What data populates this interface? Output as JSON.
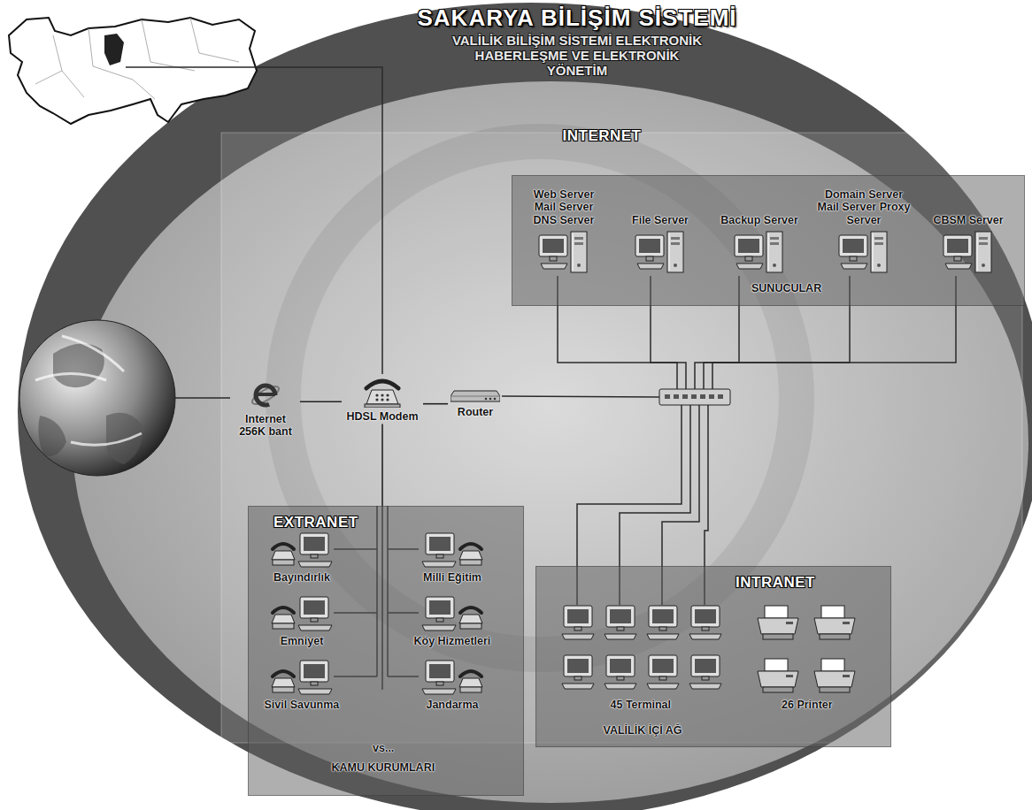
{
  "diagram": {
    "title": "SAKARYA BİLİŞİM SİSTEMİ",
    "nodes": [
      {
        "text": [
          "SUNUCULAR"
        ]
      },
      {
        "text": [
          "Web Server Mail Server DNS Server"
        ],
        "in": 0
      },
      {
        "text": [
          "File Server"
        ],
        "in": 0
      },
      {
        "text": [
          "Backup Server"
        ],
        "in": 0
      },
      {
        "text": [
          "Domain Server Mail Server Proxy Server"
        ],
        "in": 0
      },
      {
        "text": [
          "CBSM Server"
        ],
        "in": 0
      },
      {
        "text": [
          "Internet 256K bant"
        ]
      },
      {
        "text": [
          "HDSL Modem"
        ]
      },
      {
        "text": [
          "Router"
        ]
      },
      {
        "text": [
          "EXTRANET",
          "vs...",
          "KAMU KURUMLARI"
        ]
      },
      {
        "text": [
          "Bayındırlık"
        ],
        "in": 9
      },
      {
        "text": [
          "Milli Eğitim"
        ],
        "in": 9
      },
      {
        "text": [
          "Emniyet"
        ],
        "in": 9
      },
      {
        "text": [
          "Köy Hizmetleri"
        ],
        "in": 9
      },
      {
        "text": [
          "Sivil Savunma"
        ],
        "in": 9
      },
      {
        "text": [
          "Jandarma"
        ],
        "in": 9
      },
      {
        "text": [
          "INTRANET",
          "VALİLİK İÇİ AĞ"
        ]
      }
    ],
    "edges": [
      {
        "from": 6,
        "to": 7,
        "arrow": "none"
      },
      {
        "from": 7,
        "to": 8,
        "arrow": "none"
      },
      {
        "from": 7,
        "to": 9,
        "arrow": "none"
      }
    ],
    "labels": [
      "VALİLİK BİLİŞİM SİSTEMİ ELEKTRONİK HABERLEŞME VE ELEKTRONİK YÖNETİM",
      "INTERNET",
      "45 Terminal",
      "26 Printer"
    ]
  }
}
